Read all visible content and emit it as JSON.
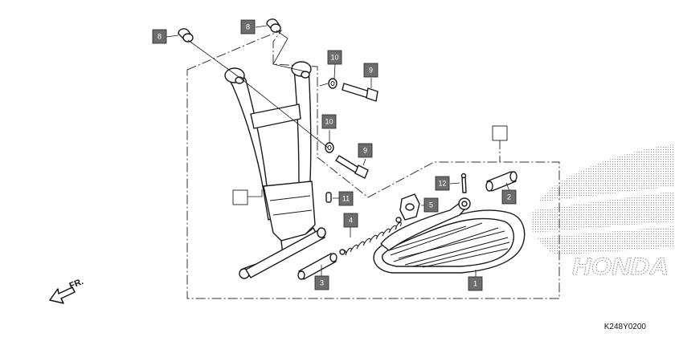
{
  "diagram": {
    "drawing_code": "K248Y0200",
    "direction_label": "FR.",
    "brand_watermark": "HONDA",
    "accent_color": "#6d6d6d",
    "callouts": [
      {
        "id": "c1",
        "label": "1"
      },
      {
        "id": "c2",
        "label": "2"
      },
      {
        "id": "c3",
        "label": "3"
      },
      {
        "id": "c4",
        "label": "4"
      },
      {
        "id": "c5",
        "label": "5"
      },
      {
        "id": "c8a",
        "label": "8"
      },
      {
        "id": "c8b",
        "label": "8"
      },
      {
        "id": "c9a",
        "label": "9"
      },
      {
        "id": "c9b",
        "label": "9"
      },
      {
        "id": "c10a",
        "label": "10"
      },
      {
        "id": "c10b",
        "label": "10"
      },
      {
        "id": "c11",
        "label": "11"
      },
      {
        "id": "c12",
        "label": "12"
      }
    ]
  }
}
